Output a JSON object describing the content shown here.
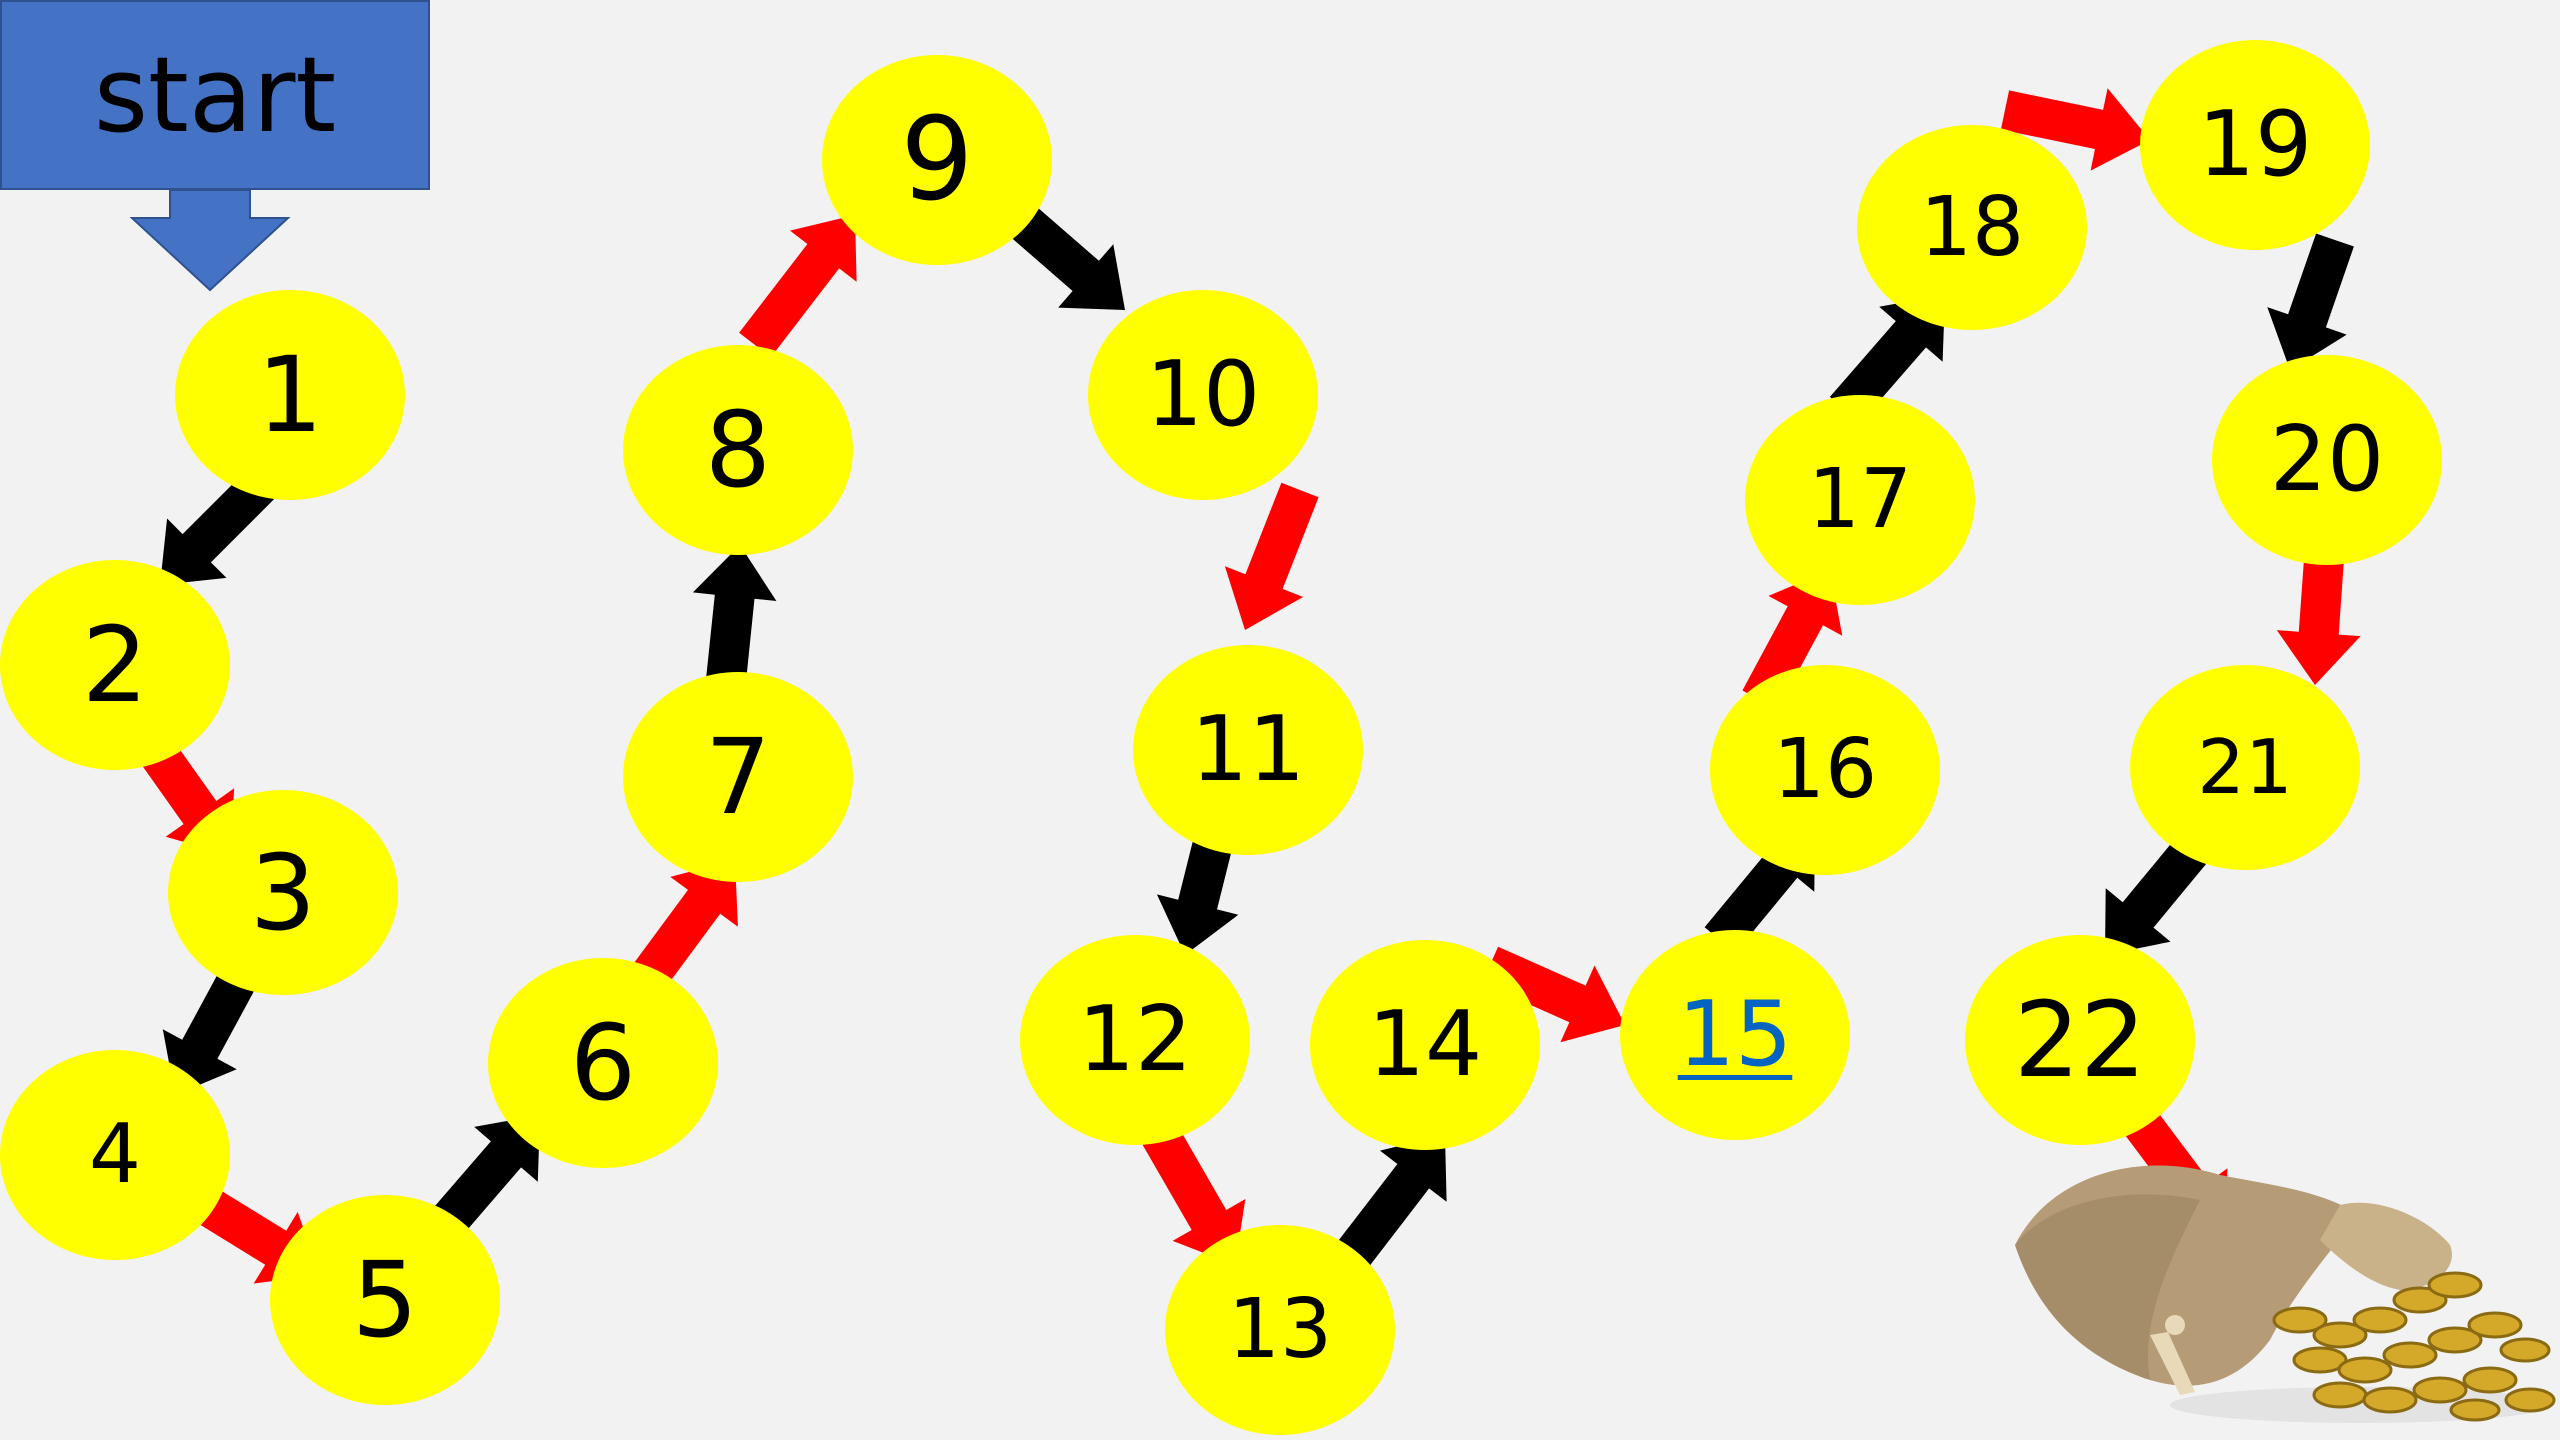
{
  "start": {
    "label": "start",
    "color": "#4472c4"
  },
  "colors": {
    "space": "#ffff00",
    "arrow_red": "#ff0000",
    "arrow_black": "#000000",
    "link": "#0563c1",
    "background": "#f2f2f2"
  },
  "spaces": [
    {
      "number": "1"
    },
    {
      "number": "2"
    },
    {
      "number": "3"
    },
    {
      "number": "4"
    },
    {
      "number": "5"
    },
    {
      "number": "6"
    },
    {
      "number": "7"
    },
    {
      "number": "8"
    },
    {
      "number": "9"
    },
    {
      "number": "10"
    },
    {
      "number": "11"
    },
    {
      "number": "12"
    },
    {
      "number": "13"
    },
    {
      "number": "14"
    },
    {
      "number": "15",
      "link": true
    },
    {
      "number": "16"
    },
    {
      "number": "17"
    },
    {
      "number": "18"
    },
    {
      "number": "19"
    },
    {
      "number": "20"
    },
    {
      "number": "21"
    },
    {
      "number": "22"
    }
  ],
  "arrow_colors": [
    "black",
    "red",
    "black",
    "red",
    "black",
    "red",
    "black",
    "red",
    "black",
    "red",
    "black",
    "red",
    "black",
    "red",
    "black",
    "red",
    "black",
    "red",
    "black",
    "red",
    "black",
    "red"
  ],
  "finish": {
    "icon": "money-bag-icon"
  }
}
